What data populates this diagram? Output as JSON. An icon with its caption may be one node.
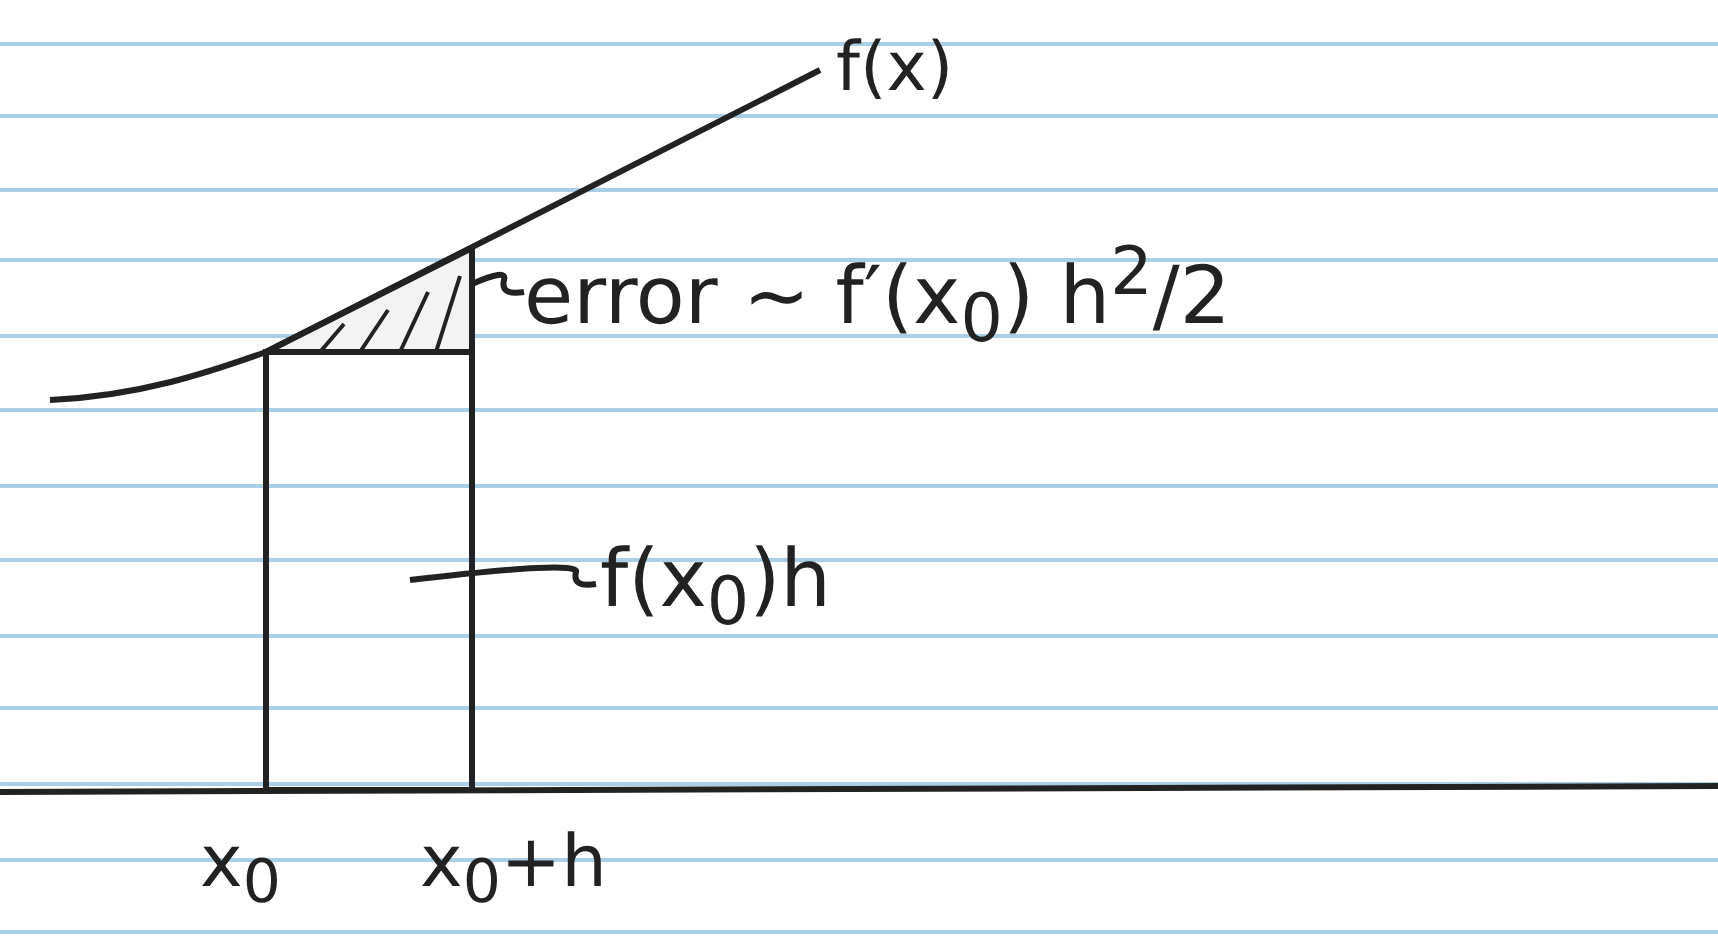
{
  "diagram": {
    "nodes": [
      {
        "text": [
          "error ~ f′(x$_{0}$) h$^{2}$/2"
        ]
      },
      {
        "text": [],
        "shape": "triangle"
      },
      {
        "text": [
          "f(x$_{0}$)h"
        ]
      },
      {
        "text": [],
        "shape": "box"
      }
    ],
    "edges": [
      {
        "from": 0,
        "to": 1,
        "arrow": "none"
      },
      {
        "from": 2,
        "to": 3,
        "arrow": "none"
      }
    ],
    "labels": [
      "f(x)",
      "x$_{0}$",
      "x$_{0}$+h"
    ]
  }
}
